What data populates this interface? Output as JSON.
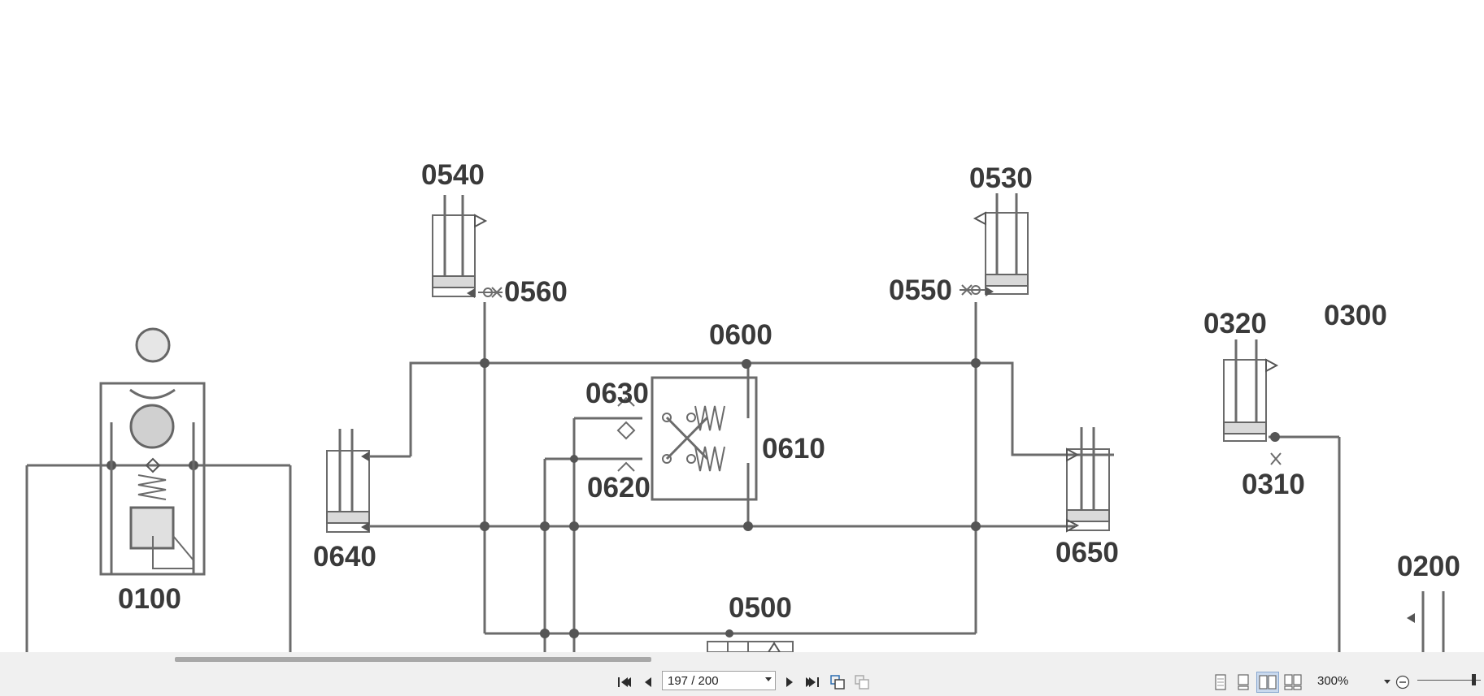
{
  "diagram": {
    "labels": {
      "c0540": "0540",
      "c0530": "0530",
      "c0560": "0560",
      "c0550": "0550",
      "c0600": "0600",
      "c0630": "0630",
      "c0610": "0610",
      "c0620": "0620",
      "c0640": "0640",
      "c0650": "0650",
      "c0100": "0100",
      "c0500": "0500",
      "c0320": "0320",
      "c0300": "0300",
      "c0310": "0310",
      "c0200": "0200"
    }
  },
  "toolbar": {
    "page_value": "197 / 200",
    "zoom_value": "300%",
    "zoom_slider_level_percent": 92,
    "icons": {
      "first": "first-page-icon",
      "prev": "previous-page-icon",
      "next": "next-page-icon",
      "last": "last-page-icon",
      "rotate": "rotate-icon",
      "snapshot": "snapshot-icon",
      "single": "single-page-view-icon",
      "continuous": "continuous-view-icon",
      "facing": "facing-view-icon",
      "facing_cont": "facing-continuous-view-icon",
      "zoom_out": "zoom-out-icon"
    }
  }
}
